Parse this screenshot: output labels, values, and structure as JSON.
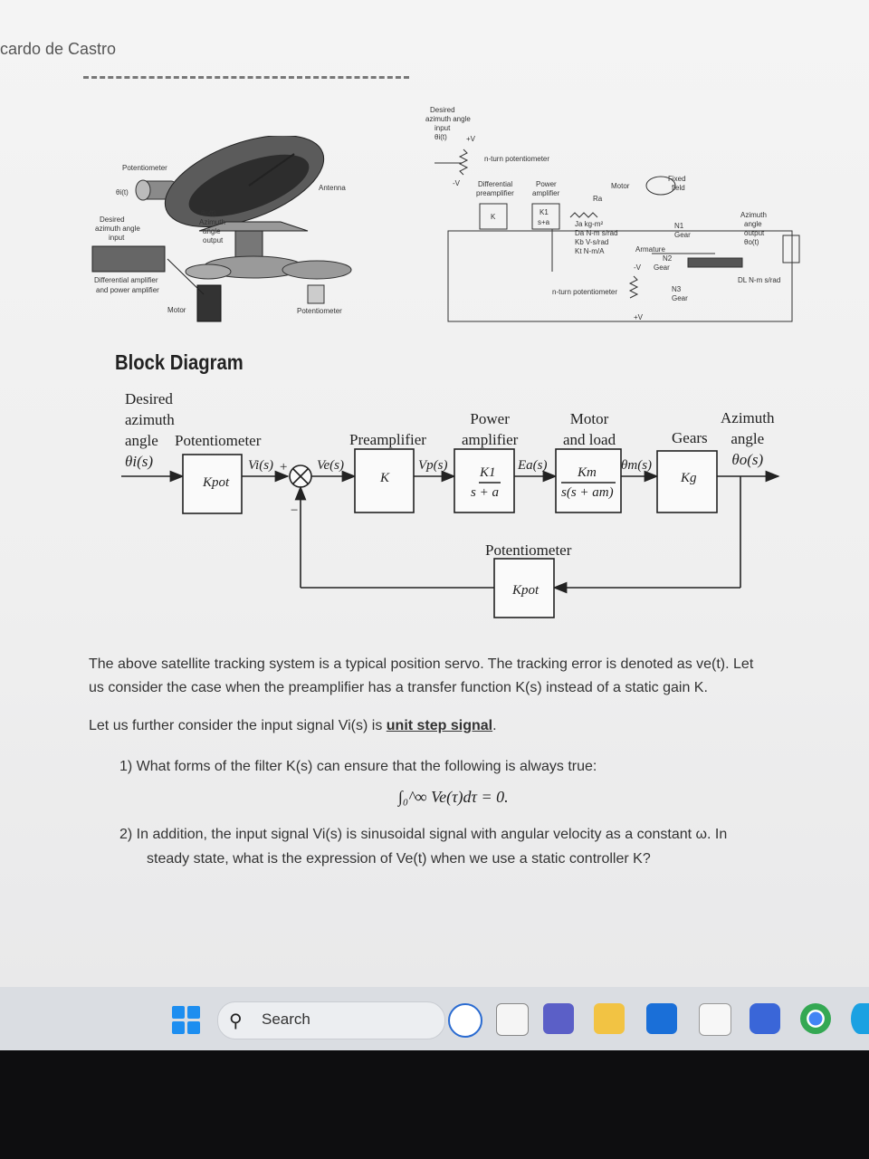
{
  "header": {
    "author": "cardo de Castro"
  },
  "illustration": {
    "labels": [
      "Potentiometer",
      "θi(t)",
      "Desired",
      "azimuth angle",
      "input",
      "θo(t)",
      "Azimuth",
      "angle",
      "output",
      "Antenna",
      "Differential amplifier",
      "and power amplifier",
      "Motor",
      "Potentiometer"
    ]
  },
  "schematic": {
    "labels": [
      "Desired",
      "azimuth angle",
      "input",
      "θi(t)",
      "+V",
      "n-turn potentiometer",
      "Differential",
      "preamplifier",
      "Power",
      "amplifier",
      "Motor",
      "Fixed",
      "field",
      "K",
      "K1",
      "s+a",
      "Ja kg-m²",
      "Da N-m s/rad",
      "Kb V-s/rad",
      "Kt N-m/A",
      "Ra",
      "N1",
      "Gear",
      "Armature",
      "N2",
      "Gear",
      "Azimuth",
      "angle",
      "output",
      "θo(t)",
      "DL N-m s/rad",
      "n-turn potentiometer",
      "N3",
      "Gear",
      "-V",
      "+V",
      "-V"
    ]
  },
  "block_diagram": {
    "title": "Block Diagram",
    "input_label": [
      "Desired",
      "azimuth",
      "angle",
      "θi(s)"
    ],
    "labels": {
      "potentiometer": "Potentiometer",
      "preamplifier": "Preamplifier",
      "power_amp": [
        "Power",
        "amplifier"
      ],
      "motor": [
        "Motor",
        "and load"
      ],
      "gears": "Gears",
      "output": [
        "Azimuth",
        "angle",
        "θo(s)"
      ],
      "feedback": "Potentiometer"
    },
    "signals": {
      "vi": "Vi(s)",
      "plus": "+",
      "minus": "−",
      "ve": "Ve(s)",
      "vp": "Vp(s)",
      "ea": "Ea(s)",
      "theta_m": "θm(s)"
    },
    "blocks": {
      "kpot": "Kpot",
      "k": "K",
      "k1_num": "K1",
      "k1_den": "s + a",
      "km_num": "Km",
      "km_den": "s(s + am)",
      "kg": "Kg",
      "kpot_fb": "Kpot"
    }
  },
  "problem": {
    "intro_1": "The above satellite tracking system is a typical position servo. The tracking error is denoted as ve(t). Let",
    "intro_2": "us consider the case when the preamplifier has a transfer function K(s) instead of a static gain K.",
    "input_line_pre": "Let us further consider the input signal Vi(s) is",
    "input_line_link": "unit step signal",
    "input_line_post": ".",
    "q1": "1)  What forms of the filter K(s) can ensure that the following is always true:",
    "integral": "∫₀^∞ Ve(τ)dτ = 0.",
    "q2_line1": "2)  In addition, the input signal Vi(s) is sinusoidal signal with angular velocity as a constant ω. In",
    "q2_line2": "steady state, what is the expression of Ve(t) when we use a static controller K?"
  },
  "taskbar": {
    "search_placeholder": "Search",
    "apps": [
      "bing-icon",
      "file-icon",
      "teams-icon",
      "file-explorer-icon",
      "mail-icon",
      "store-icon",
      "copilot-icon",
      "chrome-icon",
      "edge-icon"
    ]
  }
}
